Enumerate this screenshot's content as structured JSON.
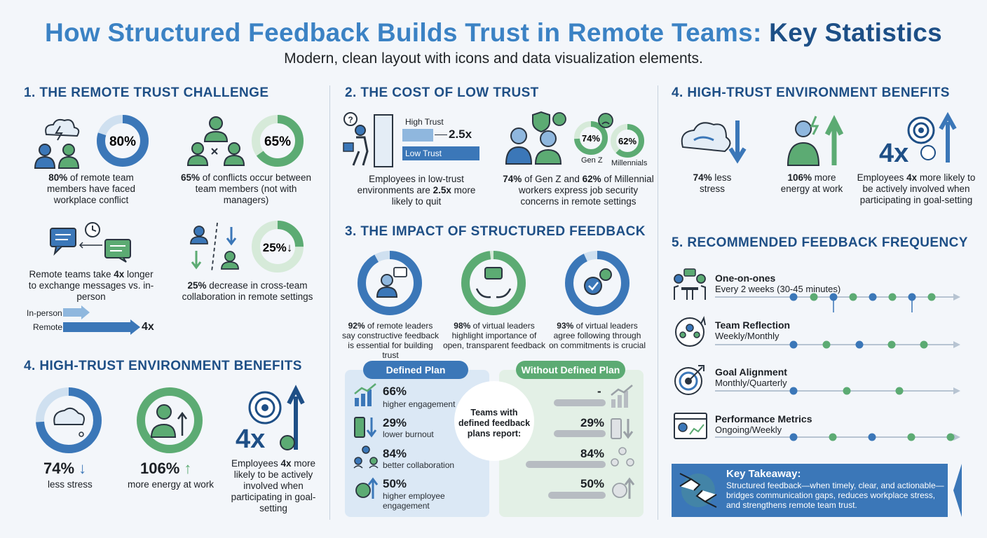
{
  "header": {
    "title_main": "How Structured Feedback Builds Trust in Remote Teams:",
    "title_accent": "Key Statistics",
    "subtitle": "Modern, clean layout with icons and data visualization elements."
  },
  "colors": {
    "blue": "#3b77b8",
    "green": "#5cab73",
    "navy": "#1e4f86",
    "light_blue": "#dbe8f5",
    "light_green": "#e3f0e6"
  },
  "section1": {
    "title": "1. THE REMOTE TRUST CHALLENGE",
    "stat1": {
      "ring": "80%",
      "value": 80,
      "bold": "80%",
      "text": " of remote team members have faced workplace conflict"
    },
    "stat2": {
      "ring": "65%",
      "value": 65,
      "bold": "65%",
      "text": " of conflicts occur between team members (not with managers)"
    },
    "stat3": {
      "pre": "Remote teams take ",
      "bold": "4x",
      "post": " longer to exchange messages vs. in-person",
      "label_inperson": "In-person",
      "label_remote": "Remote",
      "mult": "4x"
    },
    "stat4": {
      "ring": "25%↓",
      "value": 25,
      "bold": "25%",
      "text": " decrease in cross-team collaboration in remote settings"
    }
  },
  "section4_left": {
    "title": "4. HIGH-TRUST ENVIRONMENT BENEFITS",
    "stat1": {
      "num": "74%",
      "label": "less stress",
      "value": 74
    },
    "stat2": {
      "num": "106%",
      "label": "more energy at work"
    },
    "stat3": {
      "big": "4x",
      "pre": "Employees ",
      "bold": "4x",
      "post": " more likely to be actively involved when participating in goal-setting"
    }
  },
  "section2": {
    "title": "2. THE COST OF LOW TRUST",
    "bars": {
      "high": "High Trust",
      "low": "Low Trust",
      "mult": "2.5x"
    },
    "stat1": {
      "pre": "Employees in low-trust environments are ",
      "bold": "2.5x",
      "post": " more likely to quit"
    },
    "stat2": {
      "ring1": "74%",
      "ring1_label": "Gen Z",
      "ring2": "62%",
      "ring2_label": "Millennials",
      "bold1": "74%",
      "mid": " of Gen Z and ",
      "bold2": "62%",
      "post": " of Millennial workers express job security concerns in remote settings"
    }
  },
  "section3": {
    "title": "3. THE IMPACT OF STRUCTURED FEEDBACK",
    "rings": [
      {
        "value": 92,
        "bold": "92%",
        "text": " of remote leaders say constructive feedback is essential for building trust"
      },
      {
        "value": 98,
        "bold": "98%",
        "text": " of virtual leaders highlight importance of open, transparent feedback"
      },
      {
        "value": 93,
        "bold": "93%",
        "text": " of virtual leaders agree following through on commitments is crucial"
      }
    ],
    "defined_label": "Defined Plan",
    "without_label": "Without Defined Plan",
    "center_text": "Teams with defined feedback plans report:",
    "defined": [
      {
        "num": "66%",
        "label": "higher engagement"
      },
      {
        "num": "29%",
        "label": "lower burnout"
      },
      {
        "num": "84%",
        "label": "better collaboration"
      },
      {
        "num": "50%",
        "label": "higher employee engagement"
      }
    ],
    "without": [
      "-",
      "29%",
      "84%",
      "50%"
    ]
  },
  "section4_right": {
    "title": "4. HIGH-TRUST ENVIRONMENT BENEFITS",
    "stat1": {
      "bold": "74%",
      "text": " less stress"
    },
    "stat2": {
      "bold": "106%",
      "text": " more energy at work"
    },
    "stat3": {
      "big": "4x",
      "pre": "Employees ",
      "bold": "4x",
      "post": " more likely to be actively involved when participating in goal-setting"
    }
  },
  "section5": {
    "title": "5. RECOMMENDED FEEDBACK FREQUENCY",
    "items": [
      {
        "title": "One-on-ones",
        "sub": "Every 2 weeks (30-45 minutes)"
      },
      {
        "title": "Team Reflection",
        "sub": "Weekly/Monthly"
      },
      {
        "title": "Goal Alignment",
        "sub": "Monthly/Quarterly"
      },
      {
        "title": "Performance Metrics",
        "sub": "Ongoing/Weekly"
      }
    ]
  },
  "takeaway": {
    "title": "Key Takeaway:",
    "text": "Structured feedback—when timely, clear, and actionable—bridges communication gaps, reduces workplace stress, and strengthens remote team trust."
  }
}
